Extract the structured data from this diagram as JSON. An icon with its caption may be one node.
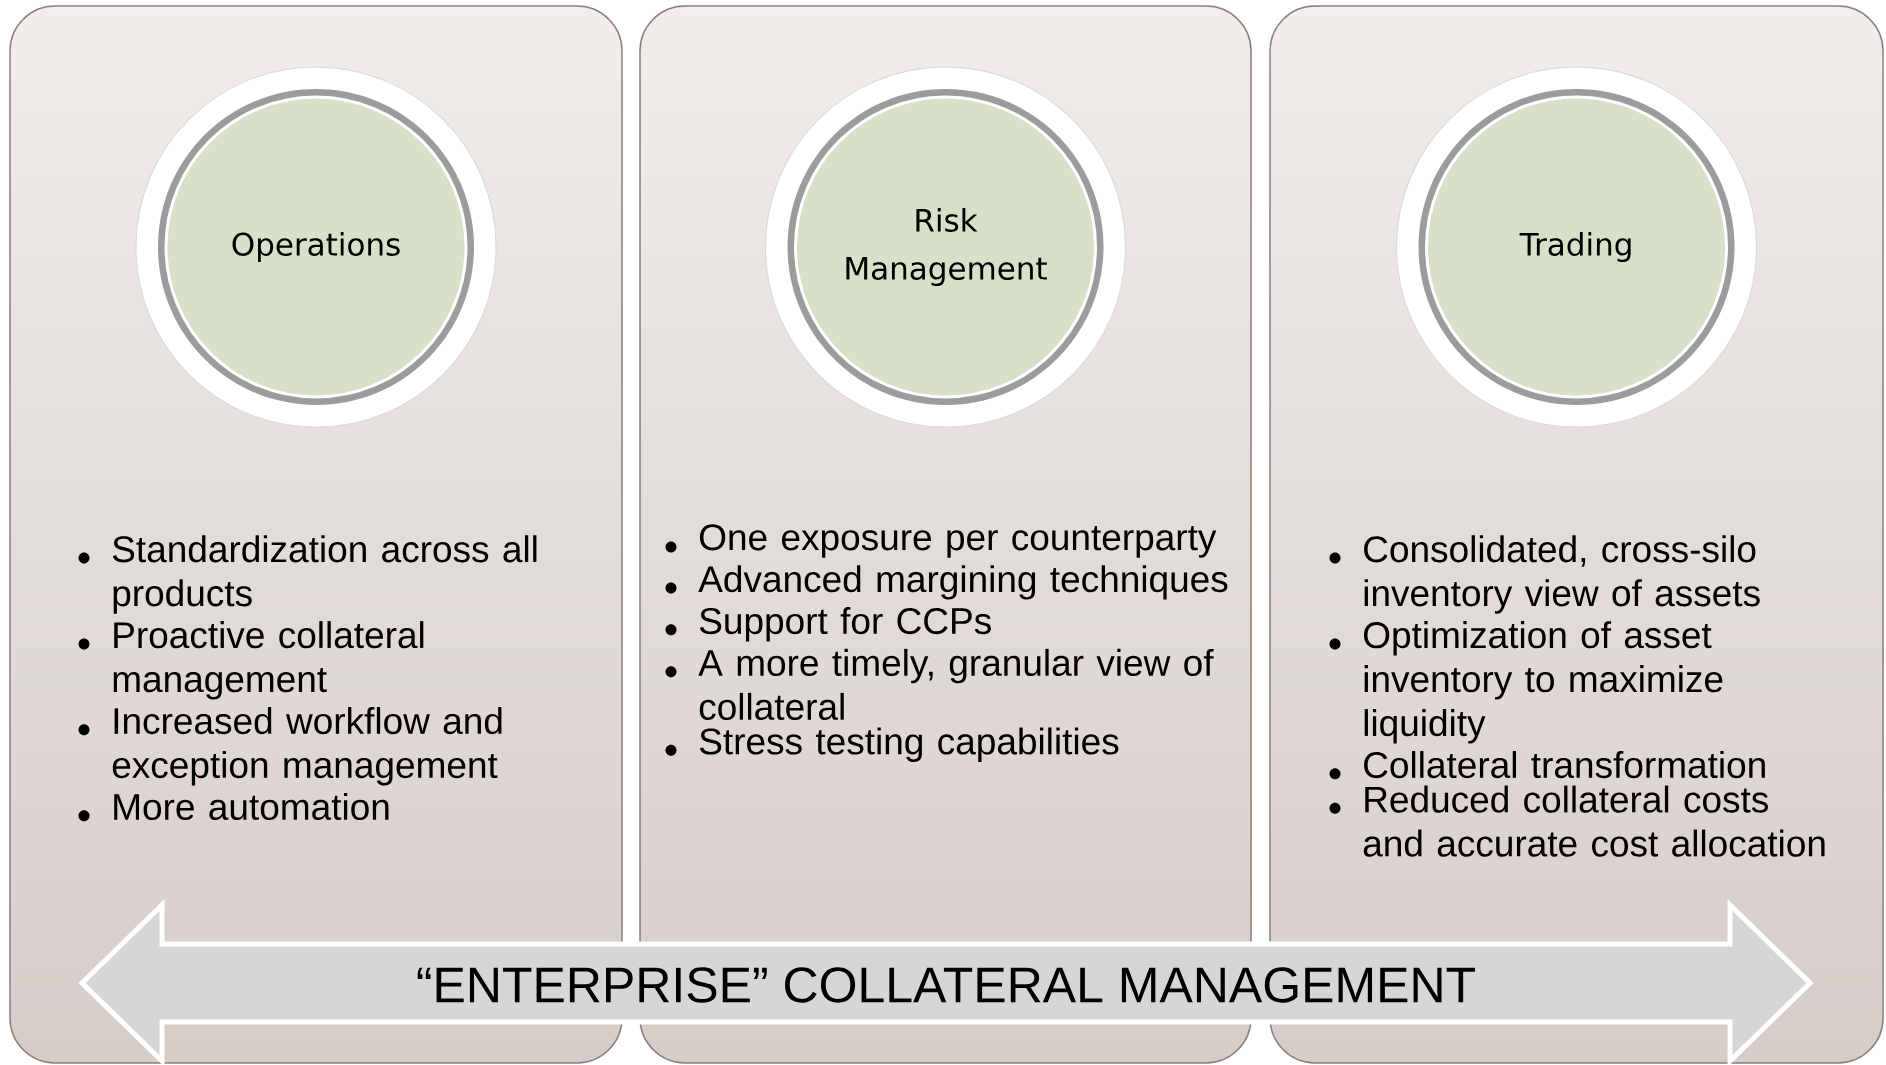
{
  "diagram": {
    "nodes": [
      {
        "text": [
          "Standardization across all products",
          "Proactive collateral management",
          "Increased workflow and exception management",
          "More automation"
        ]
      },
      {
        "text": [
          "Operations"
        ],
        "in": 0
      },
      {
        "text": [
          "One exposure per counterparty",
          "Advanced margining techniques",
          "Support for CCPs",
          "A more timely, granular view of collateral",
          "Stress testing capabilities"
        ]
      },
      {
        "text": [
          "Risk Management"
        ],
        "in": 2
      },
      {
        "text": [
          "Consolidated, cross-silo inventory view of assets",
          "Optimization of  asset inventory to maximize liquidity",
          "Collateral transformation",
          "Reduced collateral costs and accurate cost allocation"
        ]
      },
      {
        "text": [
          "Trading"
        ],
        "in": 4
      },
      {
        "text": [
          "“ENTERPRISE” COLLATERAL MANAGEMENT"
        ]
      }
    ]
  }
}
